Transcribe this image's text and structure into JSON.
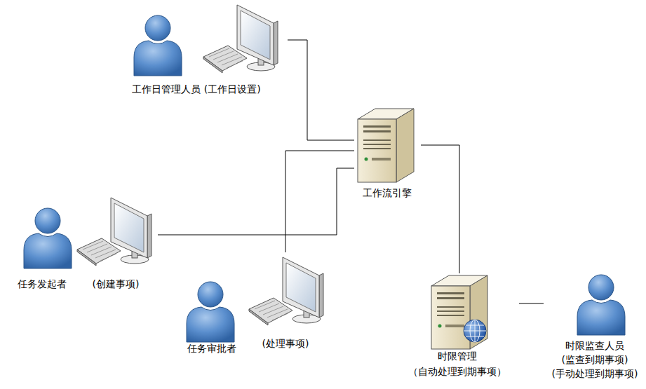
{
  "diagram": {
    "nodes": [
      {
        "text": [
          "工作日管理人员 (工作日设置)"
        ]
      },
      {
        "text": [
          "工作流引擎"
        ]
      },
      {
        "text": [
          "任务发起者",
          "(创建事项)"
        ]
      },
      {
        "text": [
          "任务审批者",
          "(处理事项)"
        ]
      },
      {
        "text": [
          "时限管理",
          "（自动处理到期事项）"
        ]
      },
      {
        "text": [
          "时限监查人员",
          "(监查到期事项)",
          "(手动处理到期事项)"
        ]
      }
    ],
    "edges": [
      {
        "from": 0,
        "to": 1,
        "arrow": "none"
      },
      {
        "from": 2,
        "to": 1,
        "arrow": "none"
      },
      {
        "from": 3,
        "to": 1,
        "arrow": "none"
      },
      {
        "from": 1,
        "to": 4,
        "arrow": "none"
      },
      {
        "from": 4,
        "to": 5,
        "arrow": "none"
      }
    ]
  }
}
